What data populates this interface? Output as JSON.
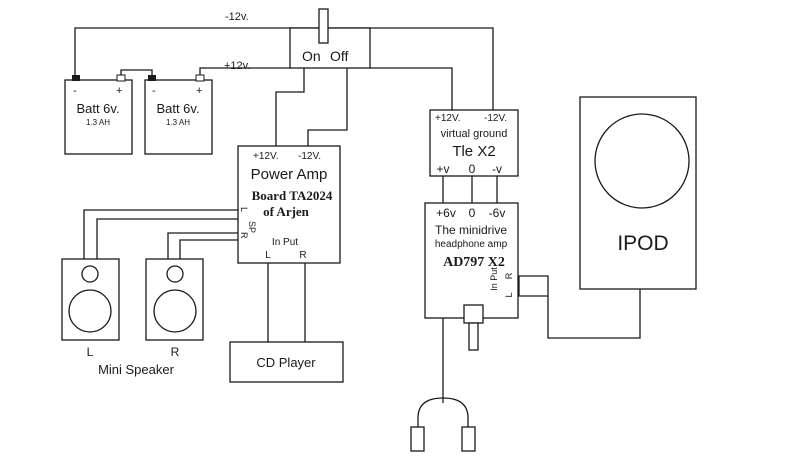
{
  "wire_labels": {
    "neg12": "-12v.",
    "pos12": "+12v."
  },
  "switch": {
    "on": "On",
    "off": "Off"
  },
  "battery1": {
    "minus": "-",
    "plus": "+",
    "name": "Batt 6v.",
    "capacity": "1.3 AH"
  },
  "battery2": {
    "minus": "-",
    "plus": "+",
    "name": "Batt 6v.",
    "capacity": "1.3 AH"
  },
  "power_amp": {
    "pos": "+12V.",
    "neg": "-12V.",
    "title": "Power Amp",
    "board_line1": "Board TA2024",
    "board_line2": "of Arjen",
    "sp": "SP",
    "sp_l": "L",
    "sp_r": "R",
    "input_label": "In Put",
    "in_l": "L",
    "in_r": "R"
  },
  "virtual_ground": {
    "pos": "+12V.",
    "neg": "-12V.",
    "label": "virtual ground",
    "chip": "Tle X2",
    "out_pos": "+v",
    "out_zero": "0",
    "out_neg": "-v"
  },
  "headphone_amp": {
    "pos": "+6v",
    "zero": "0",
    "neg": "-6v",
    "line1": "The minidrive",
    "line2": "headphone amp",
    "chip": "AD797  X2",
    "input_label": "In Put",
    "in_l": "L",
    "in_r": "R"
  },
  "ipod": {
    "label": "IPOD"
  },
  "speakers": {
    "left": "L",
    "right": "R",
    "caption": "Mini Speaker"
  },
  "cd_player": {
    "label": "CD Player"
  }
}
